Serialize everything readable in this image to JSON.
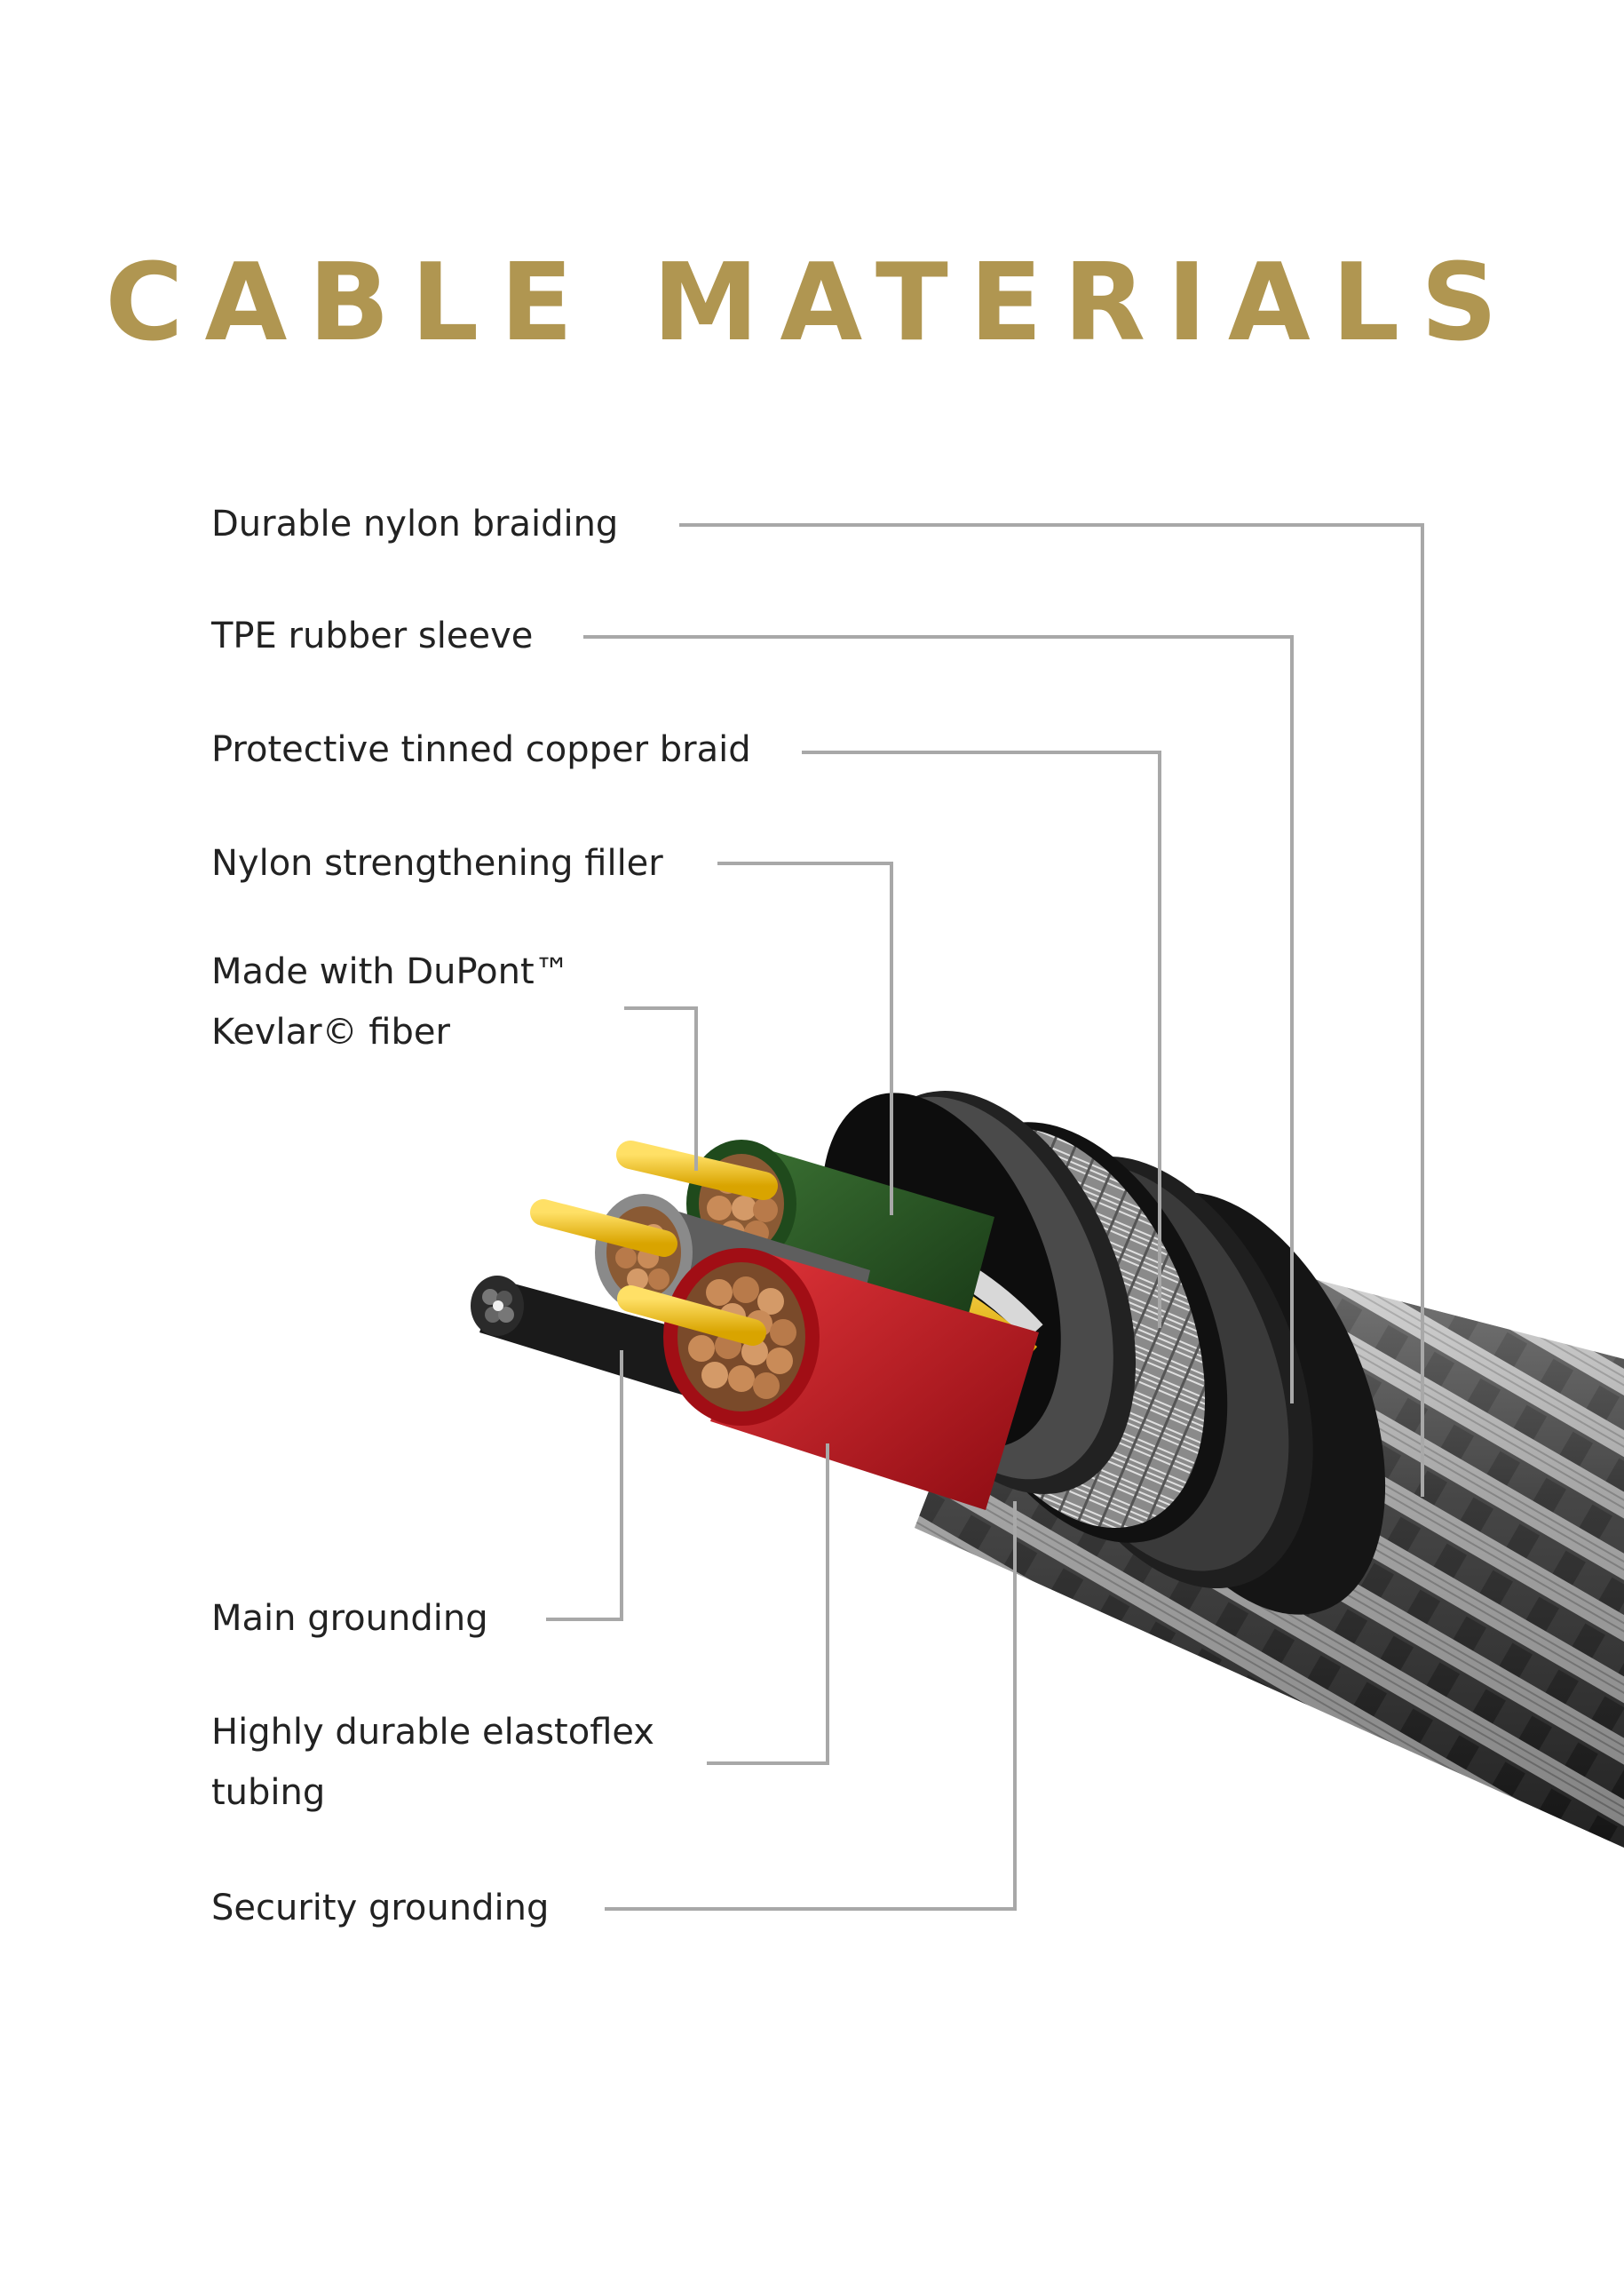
{
  "title": "CABLE MATERIALS",
  "labels": [
    {
      "id": "nylon-braiding",
      "text": "Durable nylon braiding"
    },
    {
      "id": "tpe-sleeve",
      "text": "TPE rubber sleeve"
    },
    {
      "id": "copper-braid",
      "text": "Protective tinned copper braid"
    },
    {
      "id": "nylon-filler",
      "text": "Nylon strengthening filler"
    },
    {
      "id": "kevlar",
      "text": [
        "Made with DuPont™",
        "Kevlar© fiber"
      ]
    },
    {
      "id": "main-grounding",
      "text": "Main grounding"
    },
    {
      "id": "elastoflex",
      "text": [
        "Highly durable elastoflex",
        "tubing"
      ]
    },
    {
      "id": "security-grounding",
      "text": "Security grounding"
    }
  ],
  "colors": {
    "title": "#b09651",
    "text": "#222222",
    "leader": "#a8a8a8",
    "wire_green": "#2f5a28",
    "wire_red": "#c0141c",
    "wire_gray": "#6b6b6b",
    "copper": "#b87a4a",
    "yellow": "#f0c419"
  }
}
